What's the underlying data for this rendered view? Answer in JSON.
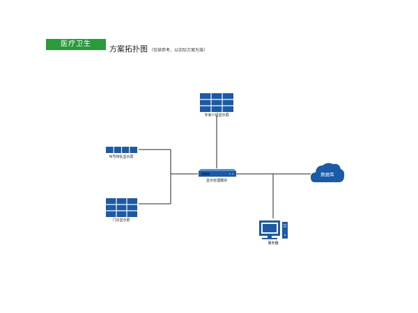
{
  "header": {
    "tag": "医疗卫生",
    "title": "方案拓扑图",
    "note": "（仅供参考，以实际方案为准）"
  },
  "nodes": {
    "expert_screen": {
      "label": "专家介绍显示屏",
      "icon": "video-wall-icon"
    },
    "queue_screen": {
      "label": "叫号排队显示屏",
      "icon": "led-strip-display-icon"
    },
    "clinic_screen": {
      "label": "门诊显示屏",
      "icon": "video-wall-icon"
    },
    "processor": {
      "label": "显示处理模块",
      "icon": "rack-device-icon"
    },
    "database": {
      "label": "数据库",
      "icon": "cloud-icon"
    },
    "server": {
      "label": "服务器",
      "icon": "desktop-computer-icon"
    }
  },
  "colors": {
    "accent_green": "#2b9a3a",
    "device_blue": "#1a5aa6",
    "line": "#222222"
  }
}
